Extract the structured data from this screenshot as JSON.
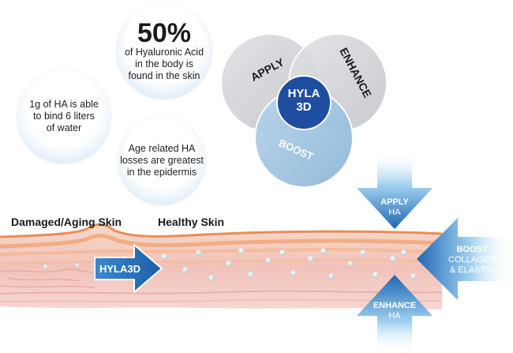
{
  "facts": [
    {
      "headline": "50%",
      "line1": "of Hyaluronic Acid",
      "line2": "in the body is",
      "line3": "found in the skin"
    },
    {
      "line1": "1g of HA is able",
      "line2": "to bind 6 liters",
      "line3": "of water"
    },
    {
      "line1": "Age related HA",
      "line2": "losses are greatest",
      "line3": "in the epidermis"
    }
  ],
  "venn": {
    "apply": "APPLY",
    "enhance": "ENHANCE",
    "boost": "BOOST",
    "center_line1": "HYLA",
    "center_line2": "3D"
  },
  "skin": {
    "damaged_label": "Damaged/Aging Skin",
    "healthy_label": "Healthy Skin",
    "product_arrow": "HYLA3D"
  },
  "arrows": {
    "apply_line1": "APPLY",
    "apply_line2": "HA",
    "boost_line1": "BOOST",
    "boost_line2": "COLLAGEN",
    "boost_line3": "& ELASTIN",
    "enhance_line1": "ENHANCE",
    "enhance_line2": "HA"
  },
  "colors": {
    "bubble_edge": "#9cc6e6",
    "venn_grey": "#cfd1d5",
    "venn_blue_light": "#9fc3df",
    "venn_center": "#1f4ea0",
    "arrow_blue": "#2f7dc3",
    "skin_pink": "#f3c9c3",
    "skin_orange": "#f4a878"
  }
}
